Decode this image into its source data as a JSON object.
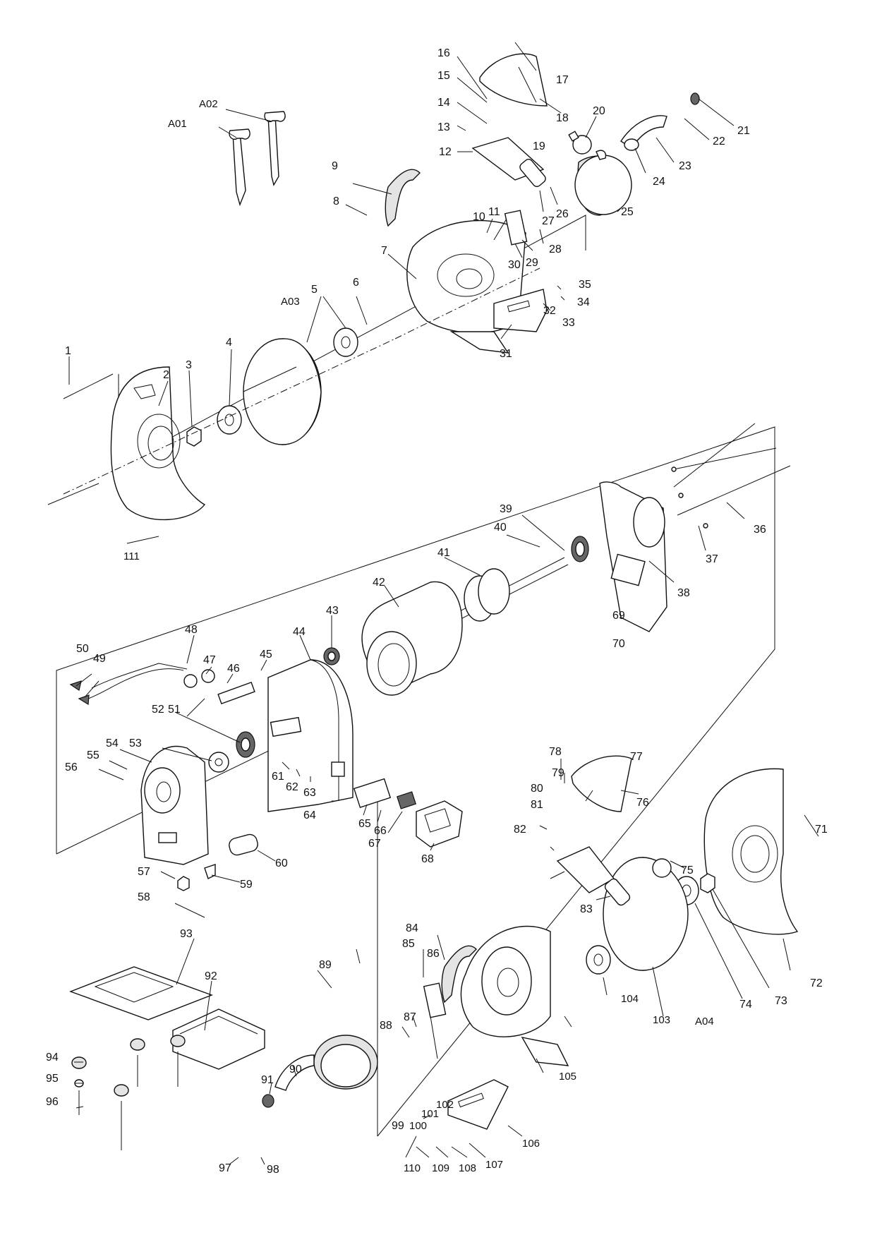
{
  "labels": [
    {
      "id": "A01",
      "text": "A01"
    },
    {
      "id": "A02",
      "text": "A02"
    },
    {
      "id": "A03",
      "text": "A03"
    },
    {
      "id": "A04",
      "text": "A04"
    },
    {
      "id": "1",
      "text": "1"
    },
    {
      "id": "2",
      "text": "2"
    },
    {
      "id": "3",
      "text": "3"
    },
    {
      "id": "4",
      "text": "4"
    },
    {
      "id": "5",
      "text": "5"
    },
    {
      "id": "6",
      "text": "6"
    },
    {
      "id": "7",
      "text": "7"
    },
    {
      "id": "8",
      "text": "8"
    },
    {
      "id": "9",
      "text": "9"
    },
    {
      "id": "10",
      "text": "10"
    },
    {
      "id": "11",
      "text": "11"
    },
    {
      "id": "12",
      "text": "12"
    },
    {
      "id": "13",
      "text": "13"
    },
    {
      "id": "14",
      "text": "14"
    },
    {
      "id": "15",
      "text": "15"
    },
    {
      "id": "16",
      "text": "16"
    },
    {
      "id": "17",
      "text": "17"
    },
    {
      "id": "18",
      "text": "18"
    },
    {
      "id": "19",
      "text": "19"
    },
    {
      "id": "20",
      "text": "20"
    },
    {
      "id": "21",
      "text": "21"
    },
    {
      "id": "22",
      "text": "22"
    },
    {
      "id": "23",
      "text": "23"
    },
    {
      "id": "24",
      "text": "24"
    },
    {
      "id": "25",
      "text": "25"
    },
    {
      "id": "26",
      "text": "26"
    },
    {
      "id": "27",
      "text": "27"
    },
    {
      "id": "28",
      "text": "28"
    },
    {
      "id": "29",
      "text": "29"
    },
    {
      "id": "30",
      "text": "30"
    },
    {
      "id": "31",
      "text": "31"
    },
    {
      "id": "32",
      "text": "32"
    },
    {
      "id": "33",
      "text": "33"
    },
    {
      "id": "34",
      "text": "34"
    },
    {
      "id": "35",
      "text": "35"
    },
    {
      "id": "36",
      "text": "36"
    },
    {
      "id": "37",
      "text": "37"
    },
    {
      "id": "38",
      "text": "38"
    },
    {
      "id": "39",
      "text": "39"
    },
    {
      "id": "40",
      "text": "40"
    },
    {
      "id": "41",
      "text": "41"
    },
    {
      "id": "42",
      "text": "42"
    },
    {
      "id": "43",
      "text": "43"
    },
    {
      "id": "44",
      "text": "44"
    },
    {
      "id": "45",
      "text": "45"
    },
    {
      "id": "46",
      "text": "46"
    },
    {
      "id": "47",
      "text": "47"
    },
    {
      "id": "48",
      "text": "48"
    },
    {
      "id": "49",
      "text": "49"
    },
    {
      "id": "50",
      "text": "50"
    },
    {
      "id": "51",
      "text": "51"
    },
    {
      "id": "52",
      "text": "52"
    },
    {
      "id": "53",
      "text": "53"
    },
    {
      "id": "54",
      "text": "54"
    },
    {
      "id": "55",
      "text": "55"
    },
    {
      "id": "56",
      "text": "56"
    },
    {
      "id": "57",
      "text": "57"
    },
    {
      "id": "58",
      "text": "58"
    },
    {
      "id": "59",
      "text": "59"
    },
    {
      "id": "60",
      "text": "60"
    },
    {
      "id": "61",
      "text": "61"
    },
    {
      "id": "62",
      "text": "62"
    },
    {
      "id": "63",
      "text": "63"
    },
    {
      "id": "64",
      "text": "64"
    },
    {
      "id": "65",
      "text": "65"
    },
    {
      "id": "66",
      "text": "66"
    },
    {
      "id": "67",
      "text": "67"
    },
    {
      "id": "68",
      "text": "68"
    },
    {
      "id": "69",
      "text": "69"
    },
    {
      "id": "70",
      "text": "70"
    },
    {
      "id": "71",
      "text": "71"
    },
    {
      "id": "72",
      "text": "72"
    },
    {
      "id": "73",
      "text": "73"
    },
    {
      "id": "74",
      "text": "74"
    },
    {
      "id": "75",
      "text": "75"
    },
    {
      "id": "76",
      "text": "76"
    },
    {
      "id": "77",
      "text": "77"
    },
    {
      "id": "78",
      "text": "78"
    },
    {
      "id": "79",
      "text": "79"
    },
    {
      "id": "80",
      "text": "80"
    },
    {
      "id": "81",
      "text": "81"
    },
    {
      "id": "82",
      "text": "82"
    },
    {
      "id": "83",
      "text": "83"
    },
    {
      "id": "84",
      "text": "84"
    },
    {
      "id": "85",
      "text": "85"
    },
    {
      "id": "86",
      "text": "86"
    },
    {
      "id": "87",
      "text": "87"
    },
    {
      "id": "88",
      "text": "88"
    },
    {
      "id": "89",
      "text": "89"
    },
    {
      "id": "90",
      "text": "90"
    },
    {
      "id": "91",
      "text": "91"
    },
    {
      "id": "92",
      "text": "92"
    },
    {
      "id": "93",
      "text": "93"
    },
    {
      "id": "94",
      "text": "94"
    },
    {
      "id": "95",
      "text": "95"
    },
    {
      "id": "96",
      "text": "96"
    },
    {
      "id": "97",
      "text": "97"
    },
    {
      "id": "98",
      "text": "98"
    },
    {
      "id": "99",
      "text": "99"
    },
    {
      "id": "100",
      "text": "100"
    },
    {
      "id": "101",
      "text": "101"
    },
    {
      "id": "102",
      "text": "102"
    },
    {
      "id": "103",
      "text": "103"
    },
    {
      "id": "104",
      "text": "104"
    },
    {
      "id": "105",
      "text": "105"
    },
    {
      "id": "106",
      "text": "106"
    },
    {
      "id": "107",
      "text": "107"
    },
    {
      "id": "108",
      "text": "108"
    },
    {
      "id": "109",
      "text": "109"
    },
    {
      "id": "110",
      "text": "110"
    },
    {
      "id": "111",
      "text": "111"
    }
  ]
}
